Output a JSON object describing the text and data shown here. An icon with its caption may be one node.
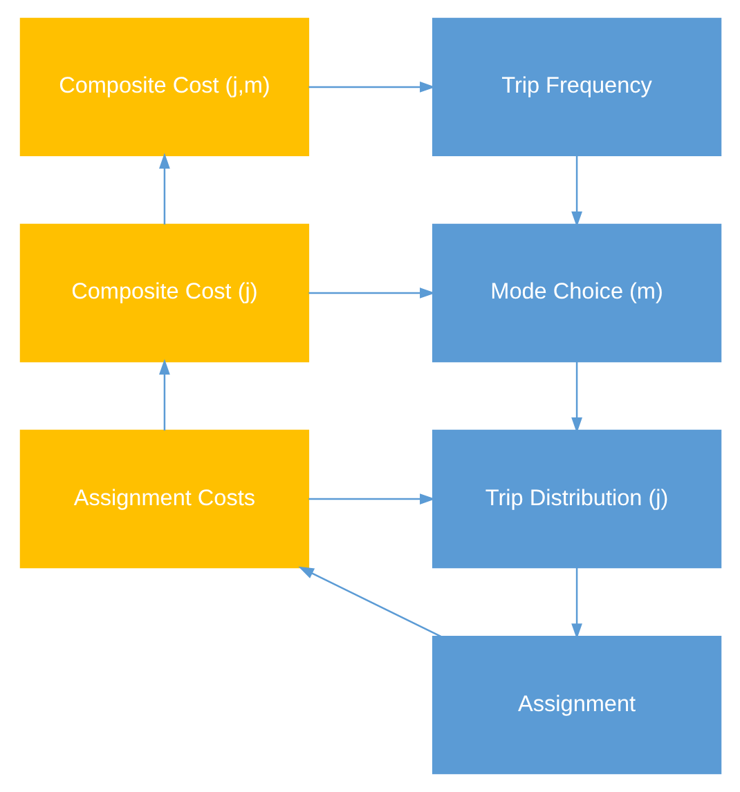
{
  "diagram": {
    "nodes": [
      {
        "text": [
          "Composite Cost (j,m)"
        ]
      },
      {
        "text": [
          "Trip Frequency"
        ]
      },
      {
        "text": [
          "Composite Cost (j)"
        ]
      },
      {
        "text": [
          "Mode Choice (m)"
        ]
      },
      {
        "text": [
          "Assignment Costs"
        ]
      },
      {
        "text": [
          "Trip Distribution (j)"
        ]
      },
      {
        "text": [
          "Assignment"
        ]
      }
    ],
    "edges": [
      {
        "from": 0,
        "to": 1,
        "arrow": "to"
      },
      {
        "from": 1,
        "to": 3,
        "arrow": "to"
      },
      {
        "from": 2,
        "to": 0,
        "arrow": "to"
      },
      {
        "from": 2,
        "to": 3,
        "arrow": "to"
      },
      {
        "from": 3,
        "to": 5,
        "arrow": "to"
      },
      {
        "from": 4,
        "to": 2,
        "arrow": "to"
      },
      {
        "from": 4,
        "to": 5,
        "arrow": "to"
      },
      {
        "from": 5,
        "to": 6,
        "arrow": "to"
      },
      {
        "from": 6,
        "to": 4,
        "arrow": "to"
      }
    ]
  }
}
